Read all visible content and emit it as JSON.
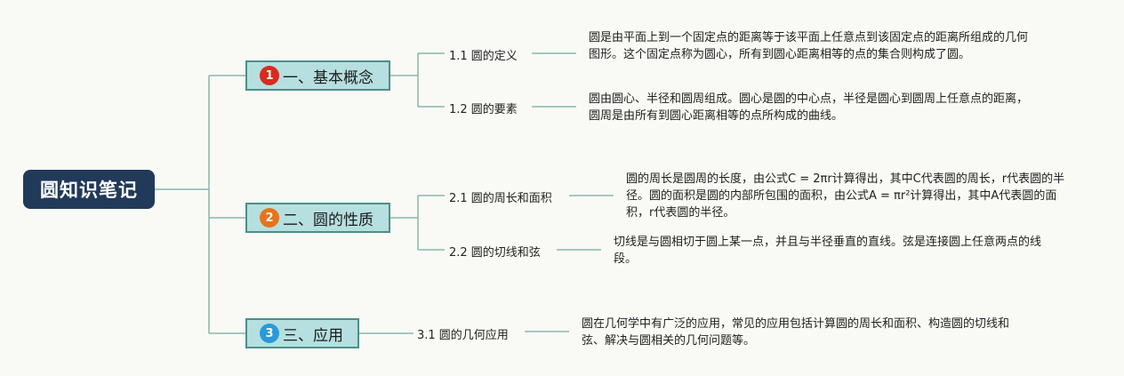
{
  "root": {
    "title": "圆知识笔记"
  },
  "branches": [
    {
      "badge": "1",
      "badge_color": "#d92b1f",
      "label": "一、基本概念",
      "subs": [
        {
          "label": "1.1 圆的定义",
          "note": "圆是由平面上到一个固定点的距离等于该平面上任意点到该固定点的距离所组成的几何图形。这个固定点称为圆心，所有到圆心距离相等的点的集合则构成了圆。"
        },
        {
          "label": "1.2 圆的要素",
          "note": "圆由圆心、半径和圆周组成。圆心是圆的中心点，半径是圆心到圆周上任意点的距离，圆周是由所有到圆心距离相等的点所构成的曲线。"
        }
      ]
    },
    {
      "badge": "2",
      "badge_color": "#e8731c",
      "label": "二、圆的性质",
      "subs": [
        {
          "label": "2.1 圆的周长和面积",
          "note": "圆的周长是圆周的长度，由公式C = 2πr计算得出，其中C代表圆的周长，r代表圆的半径。圆的面积是圆的内部所包围的面积，由公式A = πr²计算得出，其中A代表圆的面积，r代表圆的半径。"
        },
        {
          "label": "2.2 圆的切线和弦",
          "note": "切线是与圆相切于圆上某一点，并且与半径垂直的直线。弦是连接圆上任意两点的线段。"
        }
      ]
    },
    {
      "badge": "3",
      "badge_color": "#2a9ad8",
      "label": "三、应用",
      "subs": [
        {
          "label": "3.1 圆的几何应用",
          "note": "圆在几何学中有广泛的应用，常见的应用包括计算圆的周长和面积、构造圆的切线和弦、解决与圆相关的几何问题等。"
        }
      ]
    }
  ],
  "colors": {
    "root_bg": "#223a5a",
    "branch_bg": "#b6dfe0",
    "branch_border": "#4c8f86",
    "line": "#88b7ab"
  }
}
